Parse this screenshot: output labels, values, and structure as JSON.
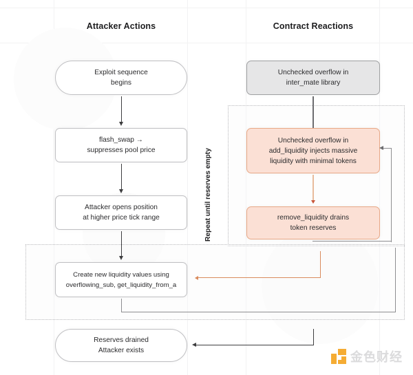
{
  "diagram": {
    "columns": [
      {
        "id": "attacker",
        "title": "Attacker Actions"
      },
      {
        "id": "contract",
        "title": "Contract Reactions"
      }
    ],
    "nodes": {
      "start": {
        "label": "Exploit sequence\nbegins",
        "line1": "Exploit sequence",
        "line2": "begins",
        "shape": "pill",
        "fill": "white"
      },
      "flash_swap": {
        "line1": "flash_swap  →",
        "line2": "suppresses pool price",
        "shape": "rect",
        "fill": "white"
      },
      "open_position": {
        "line1": "Attacker opens position",
        "line2": "at higher price tick range",
        "shape": "rect",
        "fill": "white"
      },
      "create_liquidity": {
        "line1": "Create new liquidity values using",
        "line2": "overflowing_sub, get_liquidity_from_a",
        "shape": "rect",
        "fill": "white"
      },
      "drained": {
        "line1": "Reserves drained",
        "line2": "Attacker exists",
        "shape": "pill",
        "fill": "white"
      },
      "unchecked_lib": {
        "line1": "Unchecked overflow in",
        "line2": "inter_mate library",
        "shape": "rect",
        "fill": "gray"
      },
      "add_liquidity": {
        "line1": "Unchecked overflow in",
        "line2": "add_liquidity injects massive",
        "line3": "liquidity with minimal tokens",
        "shape": "rect",
        "fill": "pink"
      },
      "remove_liquidity": {
        "line1": "remove_liquidity drains",
        "line2": "token reserves",
        "shape": "rect",
        "fill": "pink"
      }
    },
    "loop_label": "Repeat until reserves empty",
    "colors": {
      "pink_fill": "#fbe0d5",
      "pink_border": "#e8a886",
      "gray_fill": "#e6e6e7",
      "gray_border": "#9fa0a2",
      "node_border": "#bfbfc2",
      "connector": "#3d3d3f",
      "orange_connector": "#d98a5c",
      "dotted_frame": "#b9b9bc",
      "background": "#ffffff",
      "watermark_orange": "#f5a623"
    }
  },
  "watermark": {
    "text": "金色财经",
    "mark": "jinse-logo-icon"
  }
}
